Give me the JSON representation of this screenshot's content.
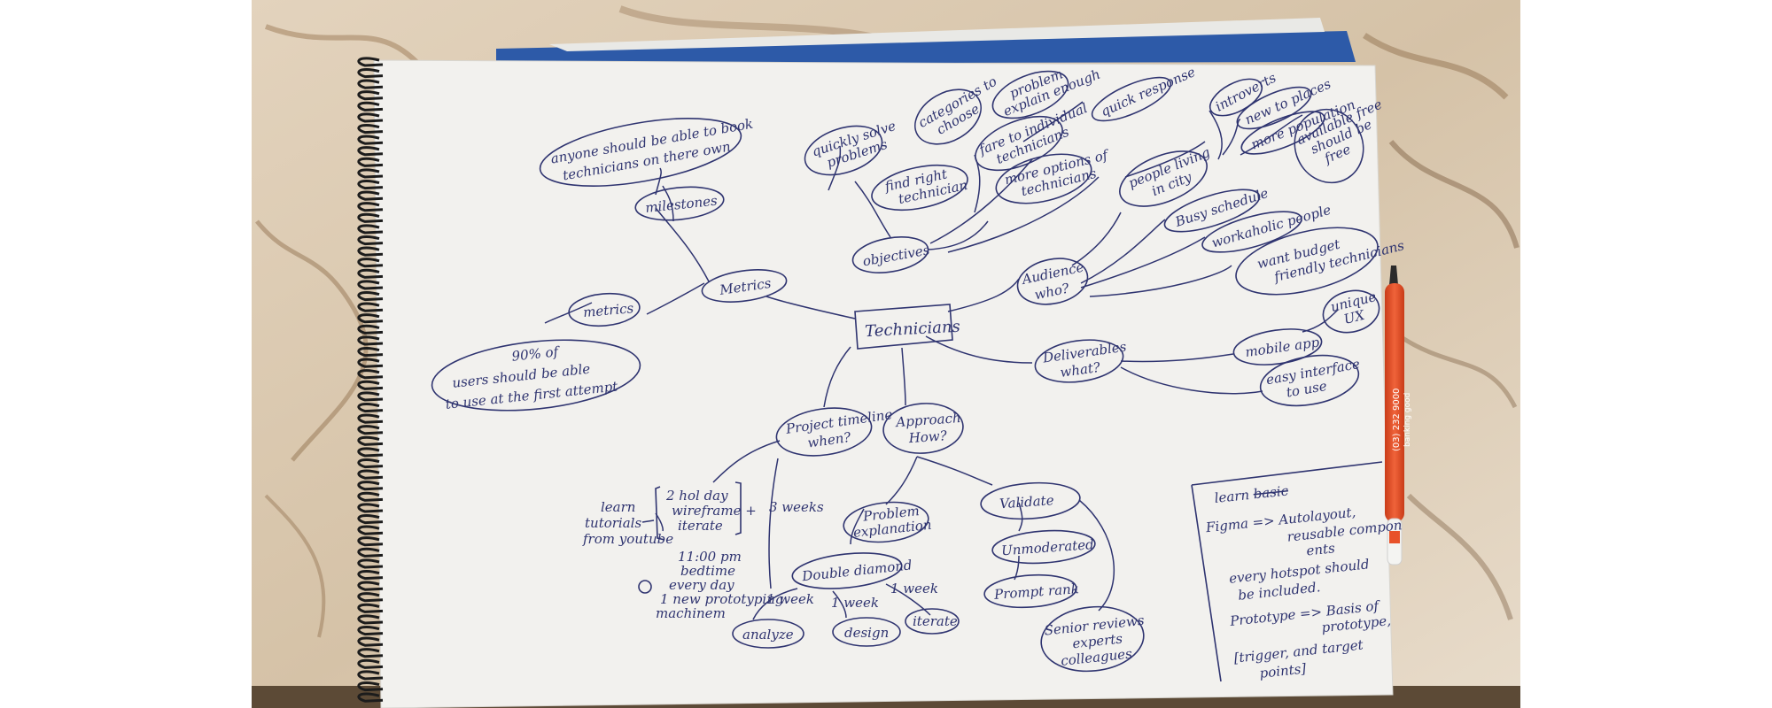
{
  "scene": {
    "colors": {
      "marble": "#d9c7ae",
      "marble_vein": "#9b7a55",
      "paper": "#f2f1ee",
      "ink": "#2f3470",
      "spiral": "#1c1c1c",
      "folder": "#2d5aa8",
      "pen": "#e8522a"
    },
    "objects": [
      "marble-table",
      "spiral-sketchbook",
      "blue-folder",
      "orange-pen"
    ]
  },
  "pen": {
    "imprint": [
      "(03) 232 9000",
      "banking good"
    ]
  },
  "mindmap": {
    "center": "Technicians",
    "metrics": {
      "label": "Metrics",
      "milestones": "milestones",
      "milestones_note": [
        "anyone should be able to book",
        "technicians on there own"
      ],
      "metrics_child": "metrics",
      "metrics_note": [
        "90% of",
        "users should be able",
        "to use at the first attempt"
      ]
    },
    "objectives": {
      "label": "objectives",
      "quickly_solve": [
        "quickly solve",
        "problems"
      ],
      "categories": [
        "categories to",
        "choose"
      ],
      "find_right": [
        "find right",
        "technician"
      ],
      "problem_explain": [
        "problem",
        "explain enough"
      ],
      "fare": [
        "fare to individual",
        "technicians"
      ],
      "more_options": [
        "more options of",
        "technicians"
      ],
      "quick_response": "quick response"
    },
    "audience": {
      "label": [
        "Audience",
        "who?"
      ],
      "people_living": [
        "people living",
        "in city"
      ],
      "introverts": "introverts",
      "new_to_places": "new to places",
      "more_population": "more population",
      "available_free": [
        "available free",
        "should be",
        "free"
      ],
      "busy_schedule": "Busy schedule",
      "workaholic": "workaholic people",
      "budget": [
        "want budget",
        "friendly technicians"
      ]
    },
    "deliverables": {
      "label": [
        "Deliverables",
        "what?"
      ],
      "mobile_app": "mobile app",
      "unique_ux": [
        "unique",
        "UX"
      ],
      "easy_interface": [
        "easy interface",
        "to use"
      ]
    },
    "timeline": {
      "label": [
        "Project timeline",
        "when?"
      ],
      "learn_tutorials": [
        "learn",
        "tutorials",
        "from youtube"
      ],
      "two_hol_day": [
        "2 hol day",
        "wireframe +",
        "iterate"
      ],
      "three_weeks": "3 weeks",
      "eleven_pm": [
        "11:00 pm",
        "bedtime",
        "every day",
        "1 new prototyping",
        "machinem"
      ]
    },
    "approach": {
      "label": [
        "Approach",
        "How?"
      ],
      "problem_explain": [
        "Problem",
        "explanation"
      ],
      "double_diamond": "Double diamond",
      "one_week_a": "1 week",
      "one_week_b": "1 week",
      "one_week_c": "1 week",
      "analyze": "analyze",
      "design": "design",
      "iterate": "iterate",
      "validate": "Validate",
      "unmoderated": "Unmoderated",
      "prompt_rank": "Prompt rank",
      "senior_reviews": [
        "Senior reviews",
        "experts",
        "colleagues"
      ]
    },
    "learn_box": {
      "title": "learn ",
      "struck": "basic",
      "lines": [
        "Figma => Autolayout,",
        "reusable compon",
        "ents",
        "every hotspot should",
        "be included.",
        "Prototype => Basis of",
        "prototype,",
        "[trigger, and target",
        "points]"
      ]
    }
  }
}
